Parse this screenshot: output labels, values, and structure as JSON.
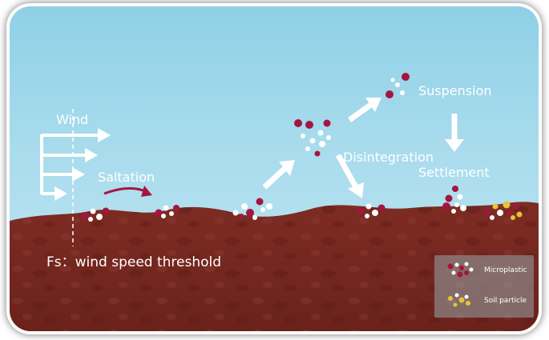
{
  "labels": {
    "wind": "Wind",
    "saltation": "Saltation",
    "disintegration": "Disintegration",
    "suspension": "Suspension",
    "settlement": "Settlement",
    "threshold": "Fs：wind speed threshold"
  },
  "legend": {
    "microplastic": "Microplastic",
    "soil_particle": "Soil particle"
  },
  "colors": {
    "sky_top": "#8fd0e6",
    "soil": "#7a2a22",
    "microplastic": "#a3163f",
    "soil_particle": "#e8c23a",
    "arrow": "#ffffff"
  }
}
